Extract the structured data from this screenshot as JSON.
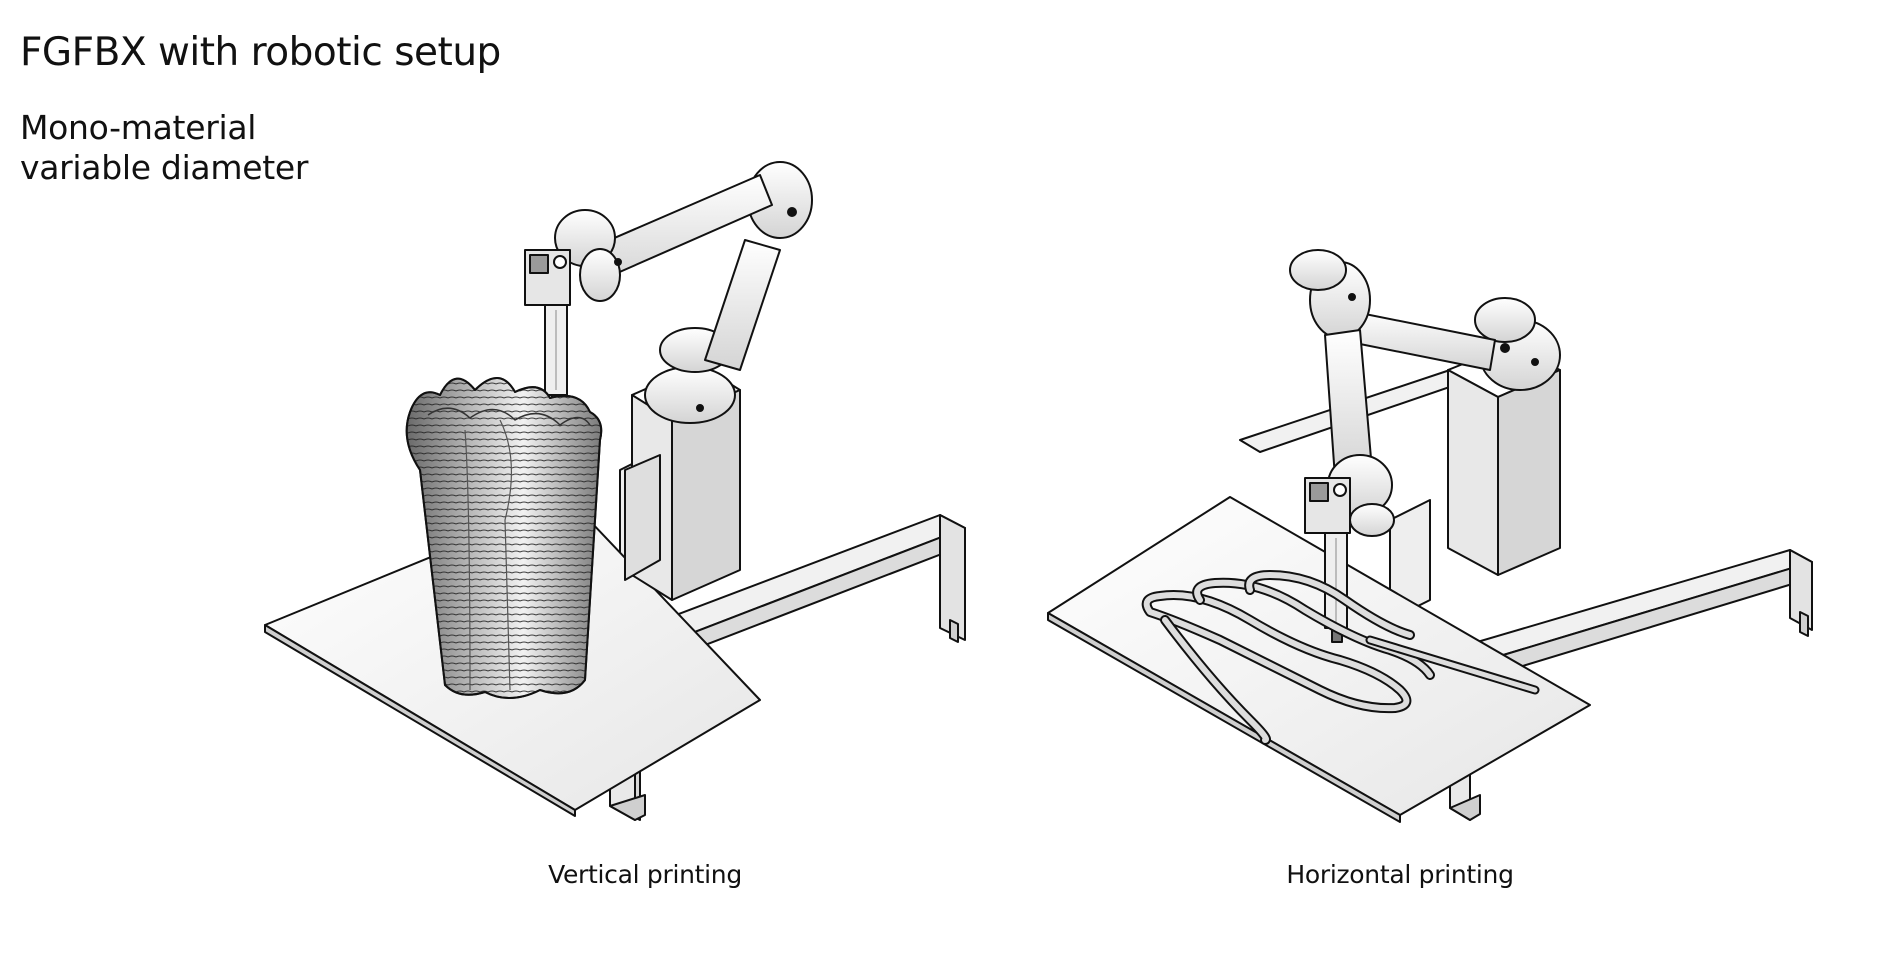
{
  "figure": {
    "title": "FGFBX with robotic setup",
    "subtitle_line1": "Mono-material",
    "subtitle_line2": "variable diameter"
  },
  "panels": [
    {
      "caption": "Vertical printing"
    },
    {
      "caption": "Horizontal printing"
    }
  ],
  "colors": {
    "ink": "#111111",
    "surface": "#f4f4f4",
    "shade": "#cfcfcf",
    "dark": "#5a5a5a"
  }
}
